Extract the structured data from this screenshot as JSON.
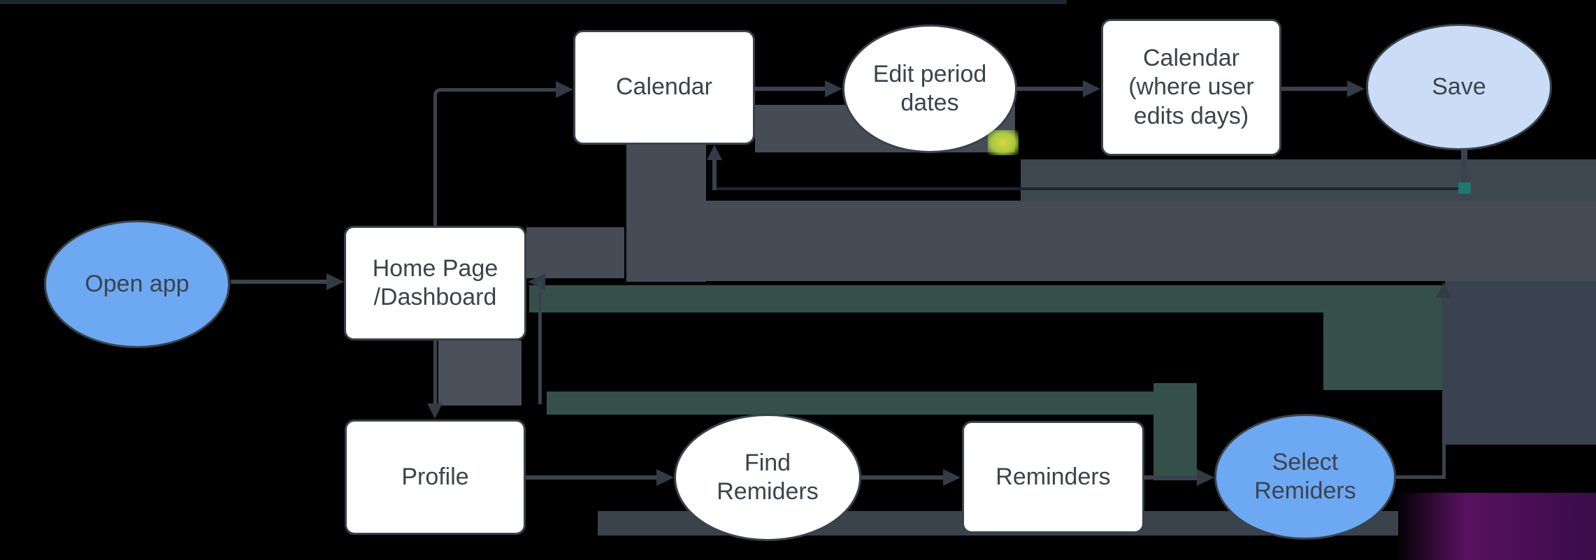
{
  "diagram_type": "flowchart",
  "background_color": "#000000",
  "palette": {
    "node_border": "#3A414B",
    "node_text": "#3C434D",
    "white_fill": "#FFFFFF",
    "blue_fill": "#6CA9F2",
    "light_blue_fill": "#CBDDF6",
    "thin_connector": "#3A424E",
    "band_gray": "#454C56",
    "band_teal": "#35504A",
    "endpoint_marker_teal": "#1A7A70"
  },
  "nodes": {
    "open_app": {
      "label": "Open app",
      "shape": "ellipse",
      "fill": "#6CA9F2"
    },
    "home": {
      "label": "Home Page\n/Dashboard",
      "shape": "rounded-rect",
      "fill": "#FFFFFF"
    },
    "calendar": {
      "label": "Calendar",
      "shape": "rounded-rect",
      "fill": "#FFFFFF"
    },
    "edit_period": {
      "label": "Edit period\ndates",
      "shape": "ellipse",
      "fill": "#FFFFFF"
    },
    "calendar_edit": {
      "label": "Calendar\n(where user\nedits days)",
      "shape": "rounded-rect",
      "fill": "#FFFFFF"
    },
    "save": {
      "label": "Save",
      "shape": "ellipse",
      "fill": "#CBDDF6"
    },
    "profile": {
      "label": "Profile",
      "shape": "rounded-rect",
      "fill": "#FFFFFF"
    },
    "find_reminders": {
      "label": "Find\nRemiders",
      "shape": "ellipse",
      "fill": "#FFFFFF"
    },
    "reminders": {
      "label": "Reminders",
      "shape": "rounded-rect",
      "fill": "#FFFFFF"
    },
    "select_reminders": {
      "label": "Select\nRemiders",
      "shape": "ellipse",
      "fill": "#6CA9F2"
    }
  },
  "edges": [
    {
      "from": "open_app",
      "to": "home",
      "style": "thin-arrow"
    },
    {
      "from": "home",
      "to": "calendar",
      "style": "thin-arrow-elbow"
    },
    {
      "from": "calendar",
      "to": "edit_period",
      "style": "thin-arrow"
    },
    {
      "from": "edit_period",
      "to": "calendar_edit",
      "style": "thin-arrow"
    },
    {
      "from": "calendar_edit",
      "to": "save",
      "style": "thin-arrow"
    },
    {
      "from": "save",
      "to": "calendar",
      "style": "thin-return-elbow"
    },
    {
      "from": "home",
      "to": "profile",
      "style": "thin-arrow"
    },
    {
      "from": "profile",
      "to": "find_reminders",
      "style": "thin-arrow"
    },
    {
      "from": "find_reminders",
      "to": "reminders",
      "style": "thin-arrow"
    },
    {
      "from": "reminders",
      "to": "select_reminders",
      "style": "thin-arrow"
    },
    {
      "from": "select_reminders",
      "to": "home",
      "style": "thick-return-band"
    }
  ]
}
